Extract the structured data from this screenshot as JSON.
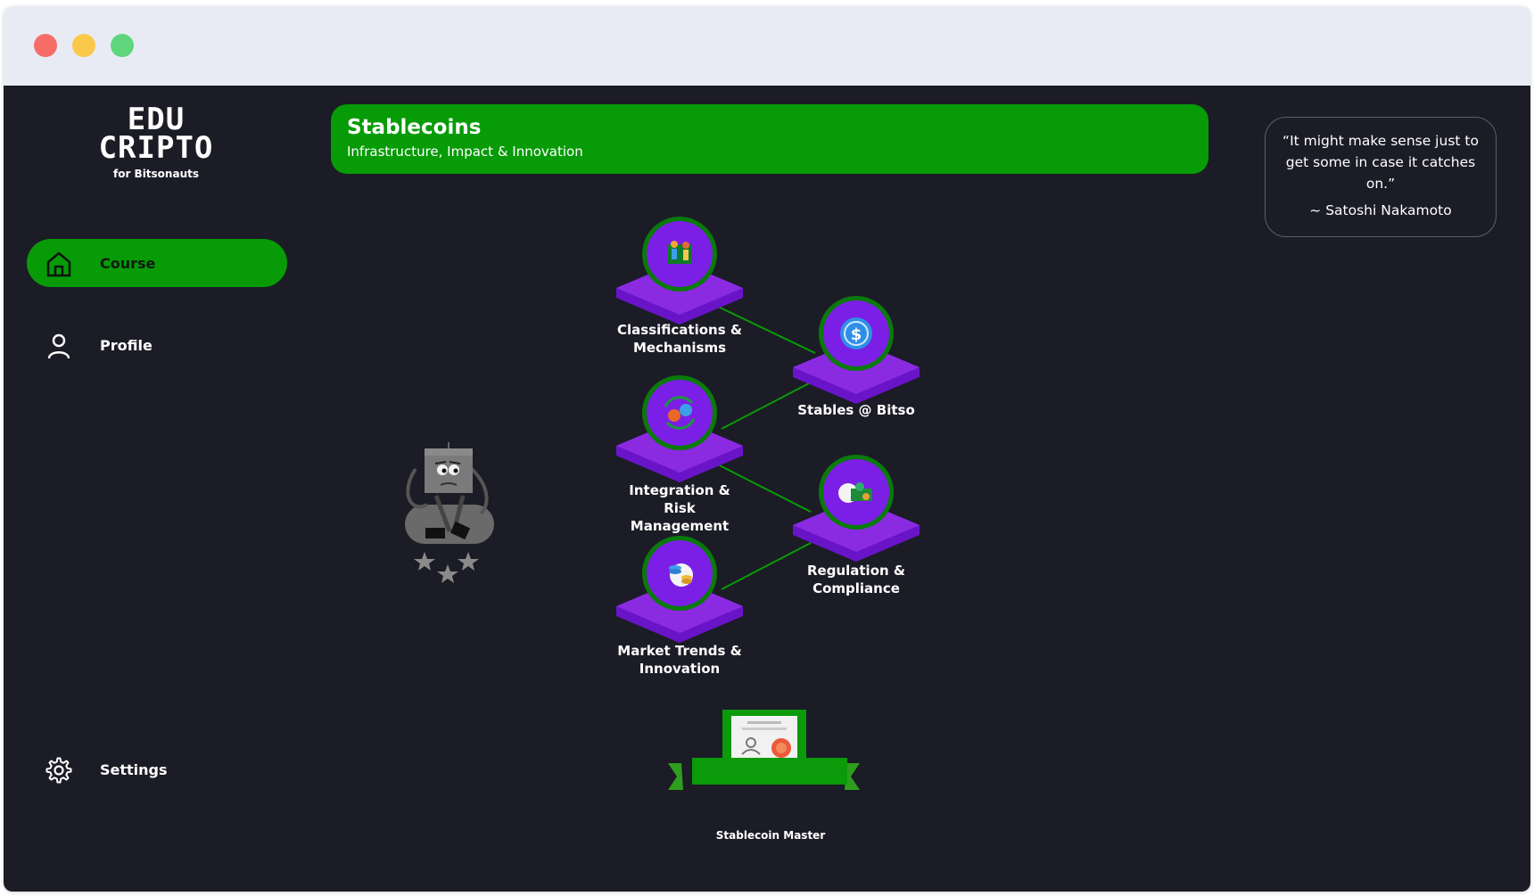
{
  "window": {
    "controls": [
      "close",
      "minimize",
      "maximize"
    ]
  },
  "logo": {
    "line1": "EDU",
    "line2": "CRIPTO",
    "tagline": "for Bitsonauts"
  },
  "nav": {
    "course": {
      "label": "Course",
      "icon": "home-icon"
    },
    "profile": {
      "label": "Profile",
      "icon": "user-icon"
    },
    "settings": {
      "label": "Settings",
      "icon": "gear-icon"
    }
  },
  "header": {
    "title": "Stablecoins",
    "subtitle": "Infrastructure, Impact & Innovation"
  },
  "quote": {
    "text": "“It might make sense just to get some in case it catches on.”",
    "author": "~ Satoshi Nakamoto"
  },
  "lessons": [
    {
      "label_line1": "Classifications &",
      "label_line2": "Mechanisms",
      "icon": "people-icon"
    },
    {
      "label_line1": "Stables @ Bitso",
      "label_line2": "",
      "icon": "dollar-coin-icon"
    },
    {
      "label_line1": "Integration &",
      "label_line2": "Risk",
      "label_line3": "Management",
      "icon": "exchange-icon"
    },
    {
      "label_line1": "Regulation &",
      "label_line2": "Compliance",
      "icon": "money-icon"
    },
    {
      "label_line1": "Market Trends &",
      "label_line2": "Innovation",
      "icon": "coins-icon"
    }
  ],
  "certificate": {
    "label": "Stablecoin Master",
    "icon": "certificate-icon"
  },
  "mascot": {
    "stars": 3,
    "icon": "thinking-mascot-icon"
  },
  "colors": {
    "accent": "#079b07",
    "background": "#1b1c25",
    "node": "#7b1fe6",
    "platform": "#8a2be2"
  }
}
